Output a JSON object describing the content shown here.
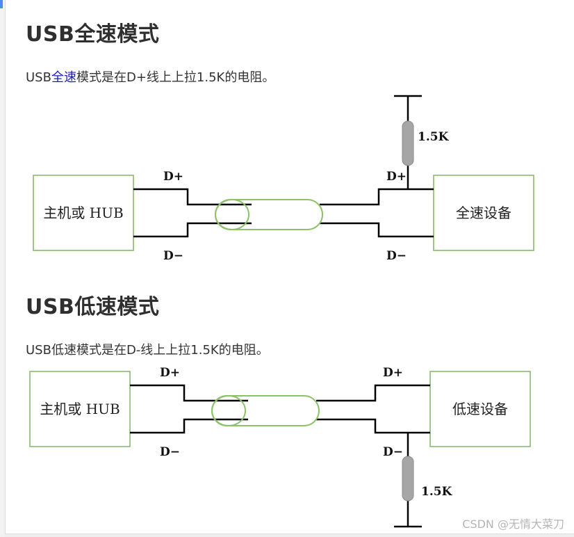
{
  "sections": [
    {
      "heading": "USB全速模式",
      "para_prefix": "USB",
      "para_link": "全速",
      "para_suffix": "模式是在D+线上上拉1.5K的电阻。",
      "diagram": {
        "host_label": "主机或 HUB",
        "device_label": "全速设备",
        "dplus_left": "D+",
        "dminus_left": "D−",
        "dplus_right": "D+",
        "dminus_right": "D−",
        "resistor_label": "1.5K",
        "pullup_line": "D+"
      }
    },
    {
      "heading": "USB低速模式",
      "para_text": "USB低速模式是在D-线上上拉1.5K的电阻。",
      "diagram": {
        "host_label": "主机或 HUB",
        "device_label": "低速设备",
        "dplus_left": "D+",
        "dminus_left": "D−",
        "dplus_right": "D+",
        "dminus_right": "D−",
        "resistor_label": "1.5K",
        "pullup_line": "D−"
      }
    }
  ],
  "watermark": "CSDN @无情大菜刀",
  "colors": {
    "box_border": "#82b366",
    "cable_outline": "#8cc26a",
    "wire": "#000000",
    "resistor_fill": "#a6a6a6",
    "link": "#1d1db8"
  }
}
